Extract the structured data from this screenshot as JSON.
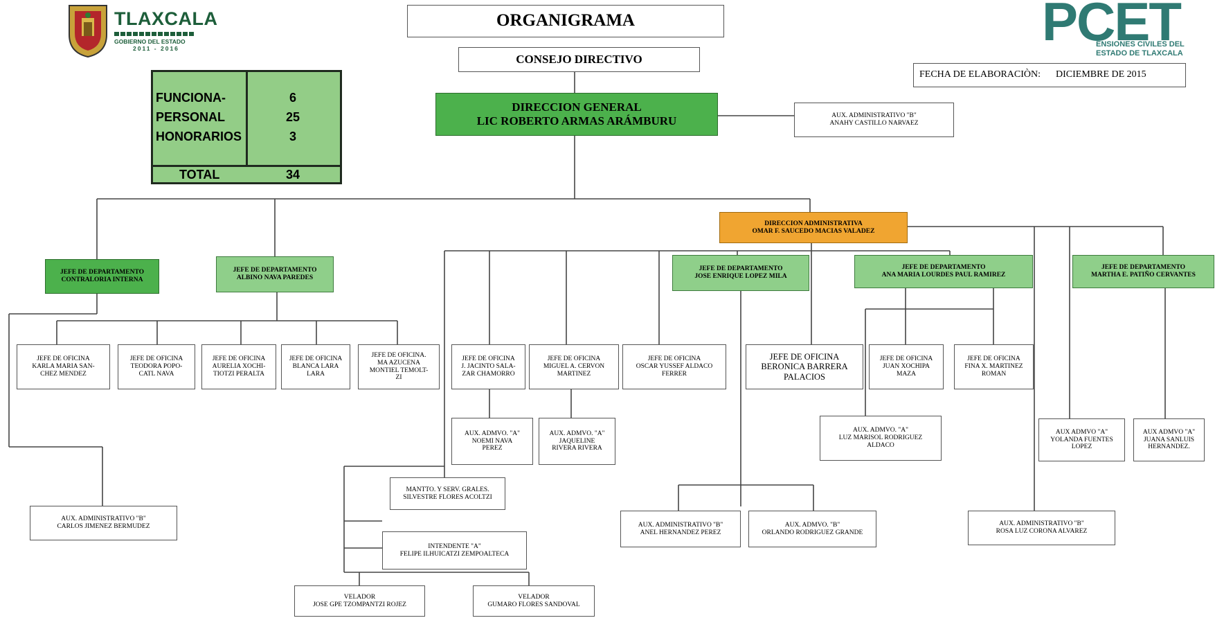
{
  "header": {
    "title": "ORGANIGRAMA",
    "council": "CONSEJO DIRECTIVO",
    "date_label": "FECHA DE ELABORACIÒN:",
    "date_value": "DICIEMBRE DE 2015",
    "left_logo": {
      "name": "TLAXCALA",
      "sub1": "GOBIERNO DEL ESTADO",
      "sub2": "2011 - 2016"
    },
    "right_logo": {
      "name": "PCET",
      "line1": "ENSIONES CIVILES DEL",
      "line2": "ESTADO DE TLAXCALA"
    }
  },
  "staff_table": {
    "rows": [
      {
        "label": "FUNCIONA-",
        "value": "6"
      },
      {
        "label": "PERSONAL",
        "value": "25"
      },
      {
        "label": "HONORARIOS",
        "value": "3"
      }
    ],
    "total_label": "TOTAL",
    "total_value": "34"
  },
  "colors": {
    "director": "#4cb14c",
    "department": "#8fcf8a",
    "admin": "#f0a531"
  },
  "nodes": {
    "dg": {
      "l1": "DIRECCION GENERAL",
      "l2": "LIC ROBERTO ARMAS ARÁMBURU"
    },
    "aux_dg": {
      "l1": "AUX. ADMINISTRATIVO \"B\"",
      "l2": "ANAHY CASTILLO NARVAEZ"
    },
    "da": {
      "l1": "DIRECCION ADMINISTRATIVA",
      "l2": "OMAR F. SAUCEDO MACIAS VALADEZ"
    },
    "dep_contraloria": {
      "l1": "JEFE DE DEPARTAMENTO",
      "l2": "CONTRALORIA INTERNA"
    },
    "dep_albino": {
      "l1": "JEFE DE DEPARTAMENTO",
      "l2": "ALBINO NAVA PAREDES"
    },
    "dep_jose": {
      "l1": "JEFE DE DEPARTAMENTO",
      "l2": "JOSE ENRIQUE LOPEZ MILA"
    },
    "dep_ana": {
      "l1": "JEFE DE DEPARTAMENTO",
      "l2": "ANA MARIA LOURDES PAUL RAMIREZ"
    },
    "dep_martha": {
      "l1": "JEFE DE DEPARTAMENTO",
      "l2": "MARTHA E. PATIÑO CERVANTES"
    },
    "of_karla": {
      "l1": "JEFE DE OFICINA",
      "l2": "KARLA MARIA SAN-",
      "l3": "CHEZ MENDEZ"
    },
    "of_teodora": {
      "l1": "JEFE DE OFICINA",
      "l2": "TEODORA POPO-",
      "l3": "CATL NAVA"
    },
    "of_aurelia": {
      "l1": "JEFE DE OFICINA",
      "l2": "AURELIA XOCHI-",
      "l3": "TIOTZI PERALTA"
    },
    "of_blanca": {
      "l1": "JEFE DE OFICINA",
      "l2": "BLANCA LARA",
      "l3": "LARA"
    },
    "of_azucena": {
      "l1": "JEFE DE OFICINA.",
      "l2": "MA AZUCENA",
      "l3": "MONTIEL TEMOLT-",
      "l4": "ZI"
    },
    "of_jacinto": {
      "l1": "JEFE DE OFICINA",
      "l2": "J. JACINTO SALA-",
      "l3": "ZAR CHAMORRO"
    },
    "of_miguel": {
      "l1": "JEFE DE OFICINA",
      "l2": "MIGUEL A. CERVON",
      "l3": "MARTINEZ"
    },
    "of_oscar": {
      "l1": "JEFE DE OFICINA",
      "l2": "OSCAR YUSSEF ALDACO",
      "l3": "FERRER"
    },
    "of_beronica": {
      "l1": "JEFE DE OFICINA",
      "l2": "BERONICA BARRERA",
      "l3": "PALACIOS"
    },
    "of_juan": {
      "l1": "JEFE DE OFICINA",
      "l2": "JUAN XOCHIPA",
      "l3": "MAZA"
    },
    "of_fina": {
      "l1": "JEFE DE OFICINA",
      "l2": "FINA X. MARTINEZ",
      "l3": "ROMAN"
    },
    "aux_noemi": {
      "l1": "AUX. ADMVO. \"A\"",
      "l2": "NOEMI NAVA",
      "l3": "PEREZ"
    },
    "aux_jaqueline": {
      "l1": "AUX. ADMVO. \"A\"",
      "l2": "JAQUELINE",
      "l3": "RIVERA RIVERA"
    },
    "aux_luz": {
      "l1": "AUX. ADMVO. \"A\"",
      "l2": "LUZ MARISOL RODRIGUEZ",
      "l3": "ALDACO"
    },
    "aux_yolanda": {
      "l1": "AUX ADMVO \"A\"",
      "l2": "YOLANDA FUENTES",
      "l3": "LOPEZ"
    },
    "aux_juana": {
      "l1": "AUX ADMVO \"A\"",
      "l2": "JUANA SANLUIS",
      "l3": "HERNANDEZ."
    },
    "aux_carlos": {
      "l1": "AUX. ADMINISTRATIVO \"B\"",
      "l2": "CARLOS JIMENEZ BERMUDEZ"
    },
    "mantto": {
      "l1": "MANTTO. Y SERV. GRALES.",
      "l2": "SILVESTRE FLORES ACOLTZI"
    },
    "intendente": {
      "l1": "INTENDENTE \"A\"",
      "l2": "FELIPE ILHUICATZI ZEMPOALTECA"
    },
    "velador1": {
      "l1": "VELADOR",
      "l2": "JOSE GPE TZOMPANTZI ROJEZ"
    },
    "velador2": {
      "l1": "VELADOR",
      "l2": "GUMARO FLORES SANDOVAL"
    },
    "aux_anel": {
      "l1": "AUX. ADMINISTRATIVO \"B\"",
      "l2": "ANEL HERNANDEZ PEREZ"
    },
    "aux_orlando": {
      "l1": "AUX. ADMVO. \"B\"",
      "l2": "ORLANDO RODRIGUEZ GRANDE"
    },
    "aux_rosa": {
      "l1": "AUX. ADMINISTRATIVO \"B\"",
      "l2": "ROSA LUZ CORONA ALVAREZ"
    }
  }
}
